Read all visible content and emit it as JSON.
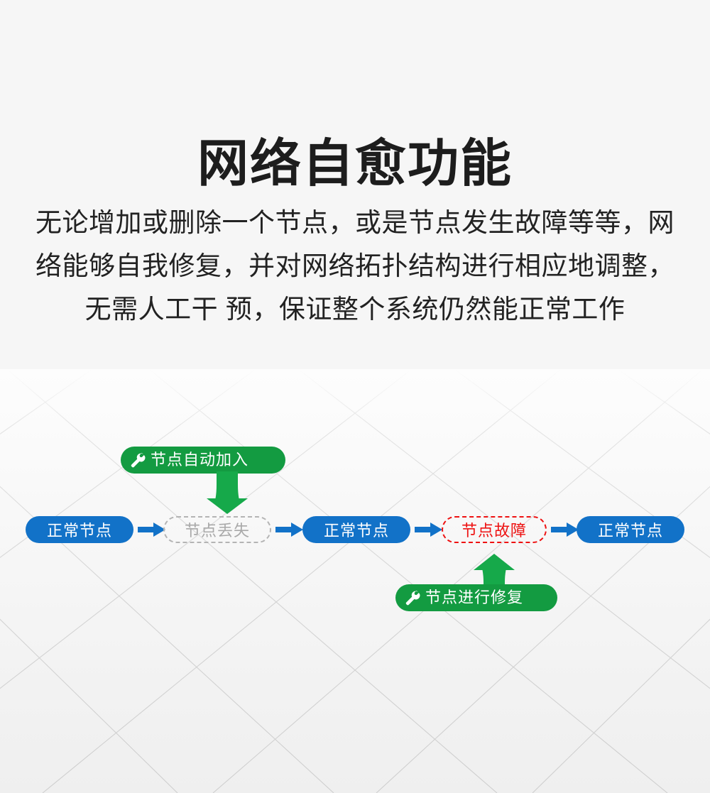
{
  "page": {
    "background_color": "#f6f6f6",
    "headline": "网络自愈功能",
    "body_lines": [
      "无论增加或删除一个节点，或是节点发生故障等等，网",
      "络能够自我修复，并对网络拓扑结构进行相应地调整，",
      "无需人工干 预，保证整个系统仍然能正常工作"
    ]
  },
  "colors": {
    "node_blue": "#1272c8",
    "badge_green": "#139b41",
    "arrow_green": "#16a94a",
    "fault_red": "#ee1111",
    "lost_gray": "#b4b4b4",
    "text_dark": "#1d1d1d",
    "background": "#f6f6f6"
  },
  "diagram": {
    "type": "flow",
    "nodes": [
      {
        "id": "n1",
        "label": "正常节点",
        "state": "normal"
      },
      {
        "id": "n2",
        "label": "节点丢失",
        "state": "lost"
      },
      {
        "id": "n3",
        "label": "正常节点",
        "state": "normal"
      },
      {
        "id": "n4",
        "label": "节点故障",
        "state": "fault"
      },
      {
        "id": "n5",
        "label": "正常节点",
        "state": "normal"
      }
    ],
    "connectors": [
      {
        "from": "n1",
        "to": "n2",
        "style": "arrow-right",
        "color": "#1272c8"
      },
      {
        "from": "n2",
        "to": "n3",
        "style": "arrow-right",
        "color": "#1272c8"
      },
      {
        "from": "n3",
        "to": "n4",
        "style": "arrow-right",
        "color": "#1272c8"
      },
      {
        "from": "n4",
        "to": "n5",
        "style": "arrow-right",
        "color": "#1272c8"
      }
    ],
    "callouts": [
      {
        "id": "c1",
        "label": "节点自动加入",
        "icon": "wrench-icon",
        "points_to": "n2",
        "direction": "down",
        "color": "#139b41"
      },
      {
        "id": "c2",
        "label": "节点进行修复",
        "icon": "wrench-icon",
        "points_to": "n4",
        "direction": "up",
        "color": "#139b41"
      }
    ]
  }
}
